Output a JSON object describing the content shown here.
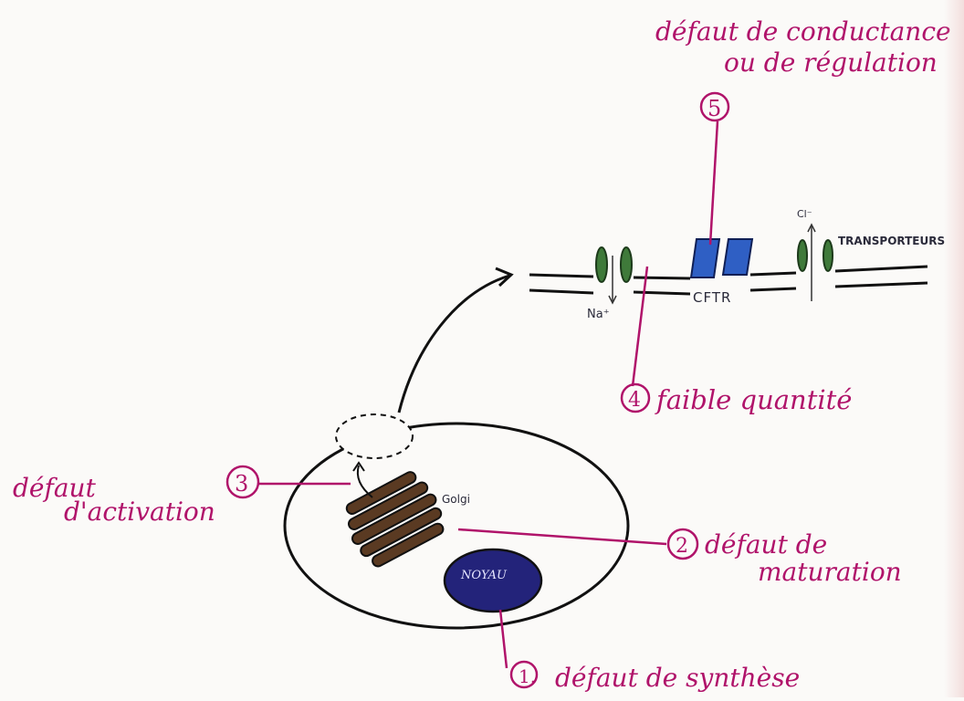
{
  "annotations": {
    "defect_5": {
      "number": "5",
      "line1": "défaut de conductance",
      "line2": "ou de régulation"
    },
    "defect_4": {
      "number": "4",
      "text": "faible quantité"
    },
    "defect_3": {
      "number": "3",
      "line1": "défaut",
      "line2": "d'activation"
    },
    "defect_2": {
      "number": "2",
      "line1": "défaut de",
      "line2": "maturation"
    },
    "defect_1": {
      "number": "1.",
      "text": "défaut de synthèse"
    }
  },
  "membrane": {
    "cftr_label": "CFTR",
    "transporters_label": "TRANSPORTEURS",
    "na_label": "Na⁺",
    "cl_label": "Cl⁻"
  },
  "cell": {
    "golgi_label": "Golgi",
    "nucleus_label": "NOYAU"
  },
  "colors": {
    "annotation": "#b0136a",
    "cftr": "#2f5fc4",
    "channel": "#3f7a3a",
    "golgi": "#5a3a22",
    "nucleus": "#23237a",
    "ink": "#111111"
  }
}
